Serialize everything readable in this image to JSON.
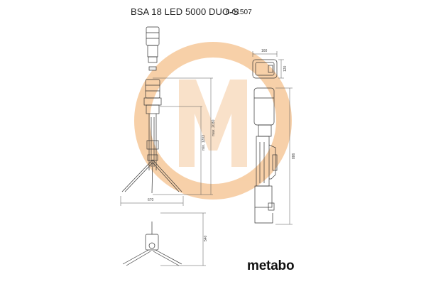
{
  "header": {
    "model": "BSA 18 LED 5000 DUO-S",
    "article_number": "6.01507"
  },
  "dimensions": {
    "head_width": "160",
    "head_depth": "120",
    "folded_height": "886",
    "tripod_span": "670",
    "max_height": "max. 2030",
    "min_height": "min. 1203",
    "base_height": "540"
  },
  "brand": "metabo",
  "colors": {
    "watermark": "#f6c89a",
    "line": "#333333",
    "dim_line": "#555555"
  }
}
